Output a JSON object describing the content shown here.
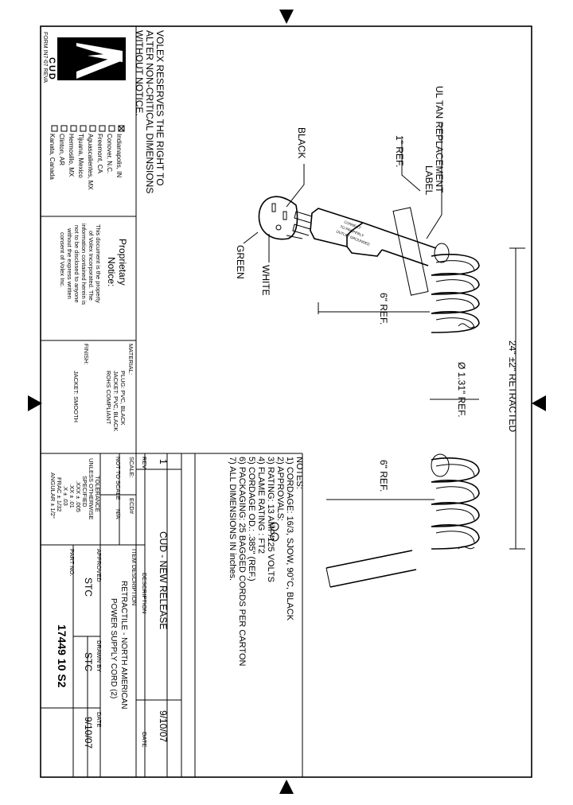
{
  "notice": {
    "reserves": [
      "VOLEX RESERVES THE RIGHT TO",
      "ALTER NON-CRITICAL DIMENSIONS",
      "WITHOUT NOTICE."
    ]
  },
  "logo": {
    "brand": "Volex",
    "division": "CUD",
    "form_no": "FORM IN7-07 REVA"
  },
  "locations": [
    {
      "name": "Indianapolis, IN",
      "checked": true
    },
    {
      "name": "Conover, N.C.",
      "checked": false
    },
    {
      "name": "Freemont, CA",
      "checked": false
    },
    {
      "name": "Aguascalientes, MX",
      "checked": false
    },
    {
      "name": "Tijuana, Mexico",
      "checked": false
    },
    {
      "name": "Hermosillo, MX",
      "checked": false
    },
    {
      "name": "Clinton, AR",
      "checked": false
    },
    {
      "name": "Kanata, Canada",
      "checked": false
    }
  ],
  "proprietary": {
    "title": [
      "Proprietary",
      "Notice:"
    ],
    "body": [
      "This document is the property",
      "of Volex Incorporated. The",
      "information contained herein is",
      "not to be disclosed to anyone",
      "without the express written",
      "consent of Volex Inc."
    ]
  },
  "material": {
    "label": "MATERIAL:",
    "lines": [
      "PLUG: PVC, BLACK",
      "JACKET: PVC, BLACK",
      "ROHS COMPLIANT"
    ],
    "finish_label": "FINISH:",
    "finish": "JACKET: SMOOTH"
  },
  "scale": {
    "scale_label": "SCALE:",
    "scale_value": "NOT TO SCALE",
    "ecd_label": "ECD#",
    "ecd_value": "N/A"
  },
  "tolerance": {
    "lines": [
      "TOLERANCE",
      "UNLESS OTHERWISE",
      "SPECIFIED",
      ".XXX ± .005",
      ".XX ± .01",
      ".X ± .03",
      "FRAC ± 1/32",
      "ANGULAR ± 1/2°"
    ]
  },
  "revision": {
    "rev_label": "REV",
    "desc_label": "DESCRIPTION",
    "date_label": "DATE",
    "rev": "1",
    "desc": "CUD - NEW RELEASE",
    "date": "9/10/07"
  },
  "item": {
    "label": "ITEM DESCRIPTION",
    "lines": [
      "RETRACTILE - NORTH AMERICAN",
      "POWER SUPPLY CORD (2)"
    ]
  },
  "signoff": {
    "approved_label": "APPROVED",
    "approved": "STC",
    "drawn_label": "DRAWN BY",
    "drawn": "STC",
    "date_label": "DATE",
    "date": "9/10/07"
  },
  "part": {
    "label": "PART NO.",
    "number": "17449 10 S2"
  },
  "notes": {
    "title": "NOTES:",
    "lines": [
      "1) CORDAGE: 16/3, SJOW, 90°C, BLACK",
      "2) APPROVALS:",
      "3) RATING: 13 AMP/125 VOLTS",
      "4) FLAME RATING : FT2",
      "5) CORDAGE OD.: .385\" (REF.)",
      "6) PACKAGING: 25 BAGGED CORDS PER CARTON",
      "7) ALL DIMENSIONS IN inches."
    ],
    "approval_marks": [
      "UL",
      "CSA"
    ]
  },
  "callouts": {
    "ul_label": [
      "UL TAN REPLACEMENT",
      "LABEL"
    ],
    "one_inch": "1\" REF.",
    "black": "BLACK",
    "white": "WHITE",
    "green": "GREEN",
    "six_ref_a": "6\" REF.",
    "six_ref_b": "6\" REF.",
    "diameter": "Ø 1.31\" REF.",
    "retracted": "24\" ±2\" RETRACTED",
    "plug_text": [
      "CONNECT",
      "TO PROPERLY",
      "OUTLET GROUNDED"
    ]
  }
}
